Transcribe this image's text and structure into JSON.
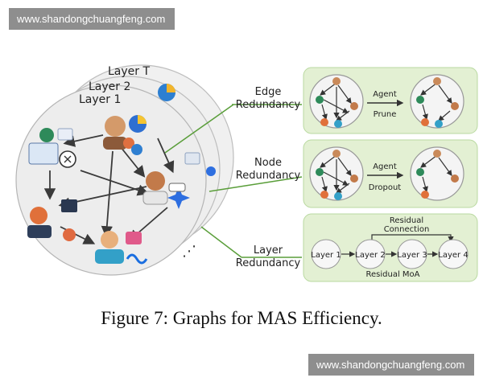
{
  "watermark_top": "www.shandongchuangfeng.com",
  "watermark_bottom": "www.shandongchuangfeng.com",
  "layers": {
    "layer_t": "Layer T",
    "layer_2": "Layer 2",
    "layer_1": "Layer 1"
  },
  "redundancy": {
    "edge": [
      "Edge",
      "Redundancy"
    ],
    "node": [
      "Node",
      "Redundancy"
    ],
    "layer": [
      "Layer",
      "Redundancy"
    ]
  },
  "panels": {
    "edge_op": [
      "Agent",
      "Prune"
    ],
    "node_op": [
      "Agent",
      "Dropout"
    ],
    "residual_top": [
      "Residual",
      "Connection"
    ],
    "residual_layers": [
      "Layer 1",
      "Layer 2",
      "Layer 3",
      "Layer 4"
    ],
    "residual_bottom": "Residual MoA"
  },
  "caption": "Figure 7: Graphs for MAS Efficiency.",
  "colors": {
    "panel_bg": "#e3f0d3",
    "panel_border": "#b9d9a0",
    "connector": "#5a9e3a",
    "circle_fill": "#efefef"
  }
}
